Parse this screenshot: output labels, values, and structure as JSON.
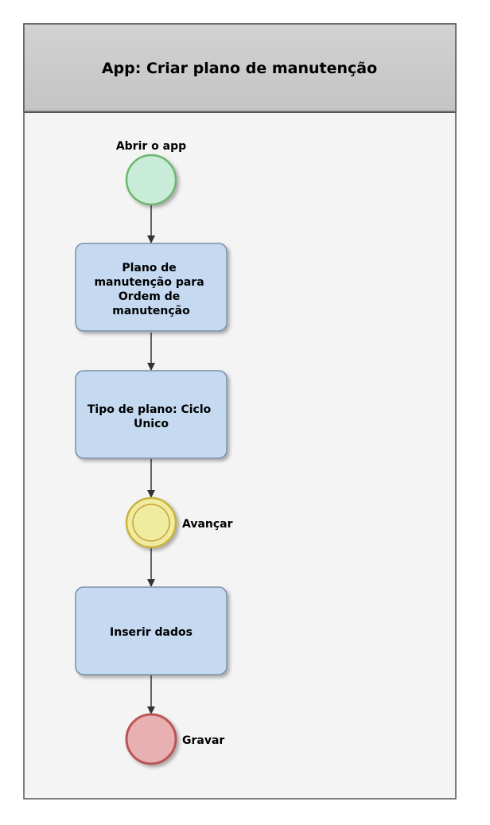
{
  "pool": {
    "title": "App: Criar plano de manutenção"
  },
  "events": {
    "start": {
      "label": "Abrir o app",
      "kind": "start"
    },
    "intermediate": {
      "label": "Avançar",
      "kind": "intermediate"
    },
    "end": {
      "label": "Gravar",
      "kind": "end"
    }
  },
  "tasks": {
    "task_1": {
      "lines": [
        "Plano de",
        "manutenção para",
        "Ordem de",
        "manutenção"
      ]
    },
    "task_2": {
      "lines": [
        "Tipo de plano: Ciclo",
        "Unico"
      ]
    },
    "task_3": {
      "lines": [
        "Inserir dados"
      ]
    }
  },
  "colors": {
    "header_bg": "#cccccc",
    "lane_bg": "#f4f4f4",
    "border": "#555555",
    "task_fill": "#c5d9f1",
    "task_stroke": "#7b8fa8",
    "start_fill": "#c9ecd9",
    "start_stroke": "#6cb86c",
    "intermediate_fill": "#efeca0",
    "intermediate_stroke": "#c9b23c",
    "end_fill": "#e8b0b0",
    "end_stroke": "#bb5555"
  }
}
